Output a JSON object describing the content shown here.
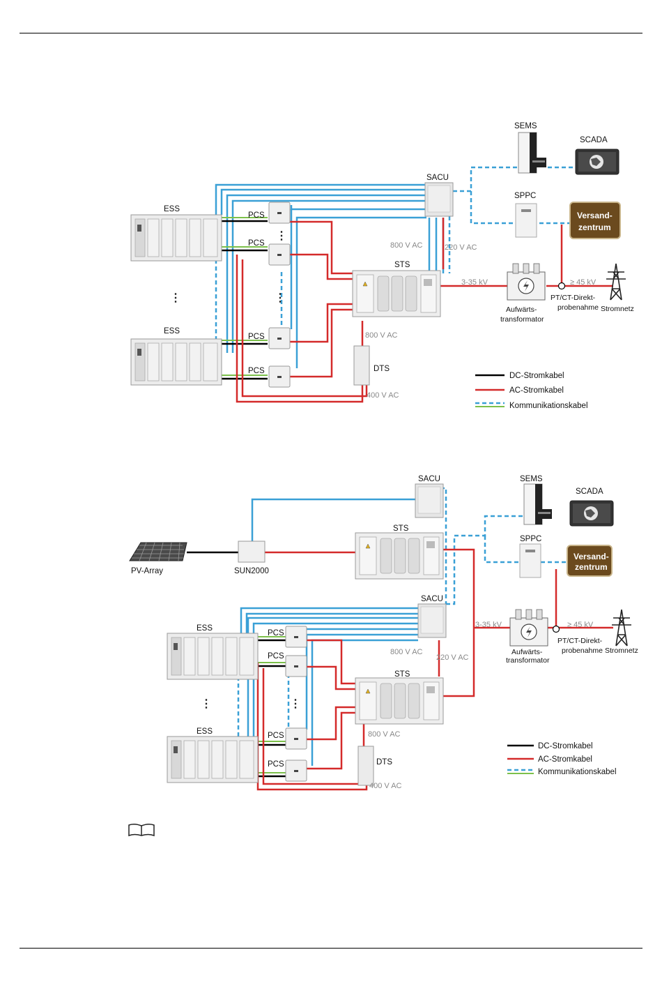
{
  "diagram1": {
    "ess_top": "ESS",
    "ess_bottom": "ESS",
    "pcs": [
      "PCS",
      "PCS",
      "PCS",
      "PCS"
    ],
    "sacu": "SACU",
    "sems": "SEMS",
    "scada": "SCADA",
    "sppc": "SPPC",
    "dispatch": [
      "Versand-",
      "zentrum"
    ],
    "sts": "STS",
    "dts": "DTS",
    "v800_top": "800 V AC",
    "v220": "220 V AC",
    "v800_bottom": "800 V AC",
    "v400": "400 V AC",
    "kv_3_35": "3-35 kV",
    "kv_45": "≥ 45 kV",
    "transformer": [
      "Aufwärts-",
      "transformator"
    ],
    "ptct": [
      "PT/CT-Direkt-",
      "probenahme"
    ],
    "grid": "Stromnetz"
  },
  "diagram2": {
    "pv_array": "PV-Array",
    "sun2000": "SUN2000",
    "sacu_top": "SACU",
    "sts_top": "STS",
    "sems": "SEMS",
    "scada": "SCADA",
    "sppc": "SPPC",
    "dispatch": [
      "Versand-",
      "zentrum"
    ],
    "sacu_bottom": "SACU",
    "ess_top": "ESS",
    "ess_bottom": "ESS",
    "pcs": [
      "PCS",
      "PCS",
      "PCS",
      "PCS"
    ],
    "kv_3_35": "3-35 kV",
    "kv_45": "≥ 45 kV",
    "v800_top": "800 V AC",
    "v220": "220 V AC",
    "sts_bottom": "STS",
    "v800_bottom": "800 V AC",
    "dts": "DTS",
    "v400": "400 V AC",
    "transformer": [
      "Aufwärts-",
      "transformator"
    ],
    "ptct": [
      "PT/CT-Direkt-",
      "probenahme"
    ],
    "grid": "Stromnetz"
  },
  "legend": {
    "dc": "DC-Stromkabel",
    "ac": "AC-Stromkabel",
    "comm": "Kommunikationskabel"
  },
  "colors": {
    "dc": "#000000",
    "ac": "#d42a2a",
    "comm_blue": "#3aa0d6",
    "comm_green": "#7cc04a",
    "dispatch_bg": "#6b4a1e",
    "equipment": "#e8e8e8"
  },
  "icons": {
    "note": "book-icon",
    "grid": "transmission-tower-icon",
    "transformer": "transformer-icon",
    "scada": "monitor-map-icon"
  }
}
